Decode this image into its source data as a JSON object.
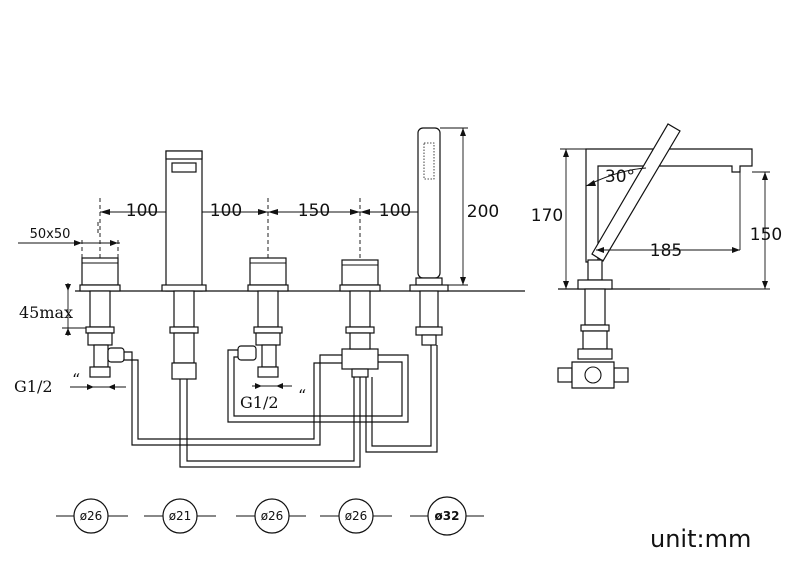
{
  "front_view": {
    "spacing_labels": [
      "100",
      "100",
      "150",
      "100"
    ],
    "height_200": "200",
    "handle_size": "50x50",
    "deck_thickness": "45max",
    "thread_left": "G1/2",
    "thread_left_mark": "“",
    "thread_center": "G1/2",
    "thread_center_mark": "“",
    "hole_diameters": [
      "ø26",
      "ø21",
      "ø26",
      "ø26",
      "ø32"
    ]
  },
  "side_view": {
    "height_170": "170",
    "angle": "30°",
    "reach_185": "185",
    "height_150": "150"
  },
  "unit_label": "unit:mm"
}
